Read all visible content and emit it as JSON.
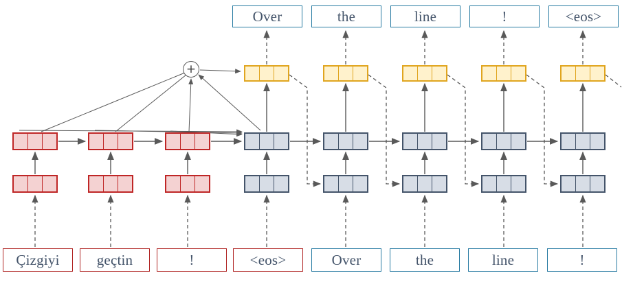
{
  "diagram_type": "sequence-to-sequence encoder-decoder with attention",
  "attention": {
    "operator": "+"
  },
  "top_tokens": [
    "Over",
    "the",
    "line",
    "!",
    "<eos>"
  ],
  "bottom_tokens": [
    {
      "text": "Çizgiyi",
      "lang": "source"
    },
    {
      "text": "geçtin",
      "lang": "source"
    },
    {
      "text": "!",
      "lang": "source"
    },
    {
      "text": "<eos>",
      "lang": "source"
    },
    {
      "text": "Over",
      "lang": "target"
    },
    {
      "text": "the",
      "lang": "target"
    },
    {
      "text": "line",
      "lang": "target"
    },
    {
      "text": "!",
      "lang": "target"
    }
  ],
  "colors": {
    "encoder_border": "#bf2626",
    "encoder_fill": "#f4d2d2",
    "decoder_border": "#44546a",
    "decoder_fill": "#d7dde6",
    "output_border": "#e0a51f",
    "output_fill": "#fff2cc",
    "source_label_border": "#b02423",
    "target_label_border": "#2579a1",
    "arrow": "#595959",
    "text": "#44546a"
  }
}
